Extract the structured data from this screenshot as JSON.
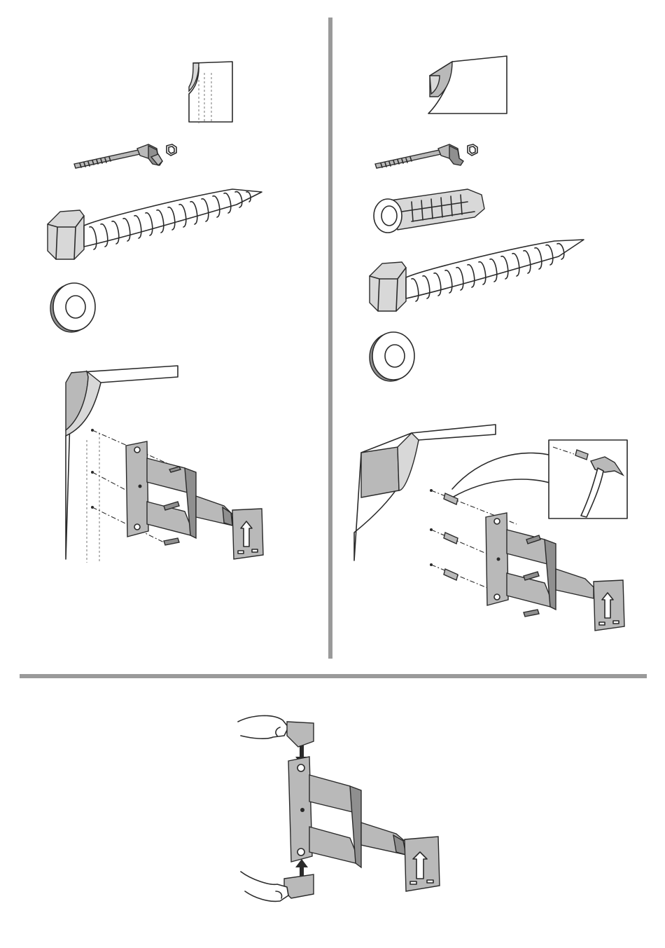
{
  "panels": {
    "left": {
      "wall_type": "wood-stud",
      "hardware": [
        "wood-stud-icon",
        "socket-wrench-icon",
        "lag-bolt-icon",
        "washer-icon"
      ]
    },
    "right": {
      "wall_type": "concrete",
      "hardware": [
        "concrete-wall-icon",
        "socket-wrench-icon",
        "wall-anchor-icon",
        "lag-bolt-icon",
        "washer-icon"
      ]
    },
    "bottom": {
      "step": "attach-vesa-brackets",
      "icons": [
        "hand-icon",
        "arrow-down-icon",
        "arrow-up-icon"
      ]
    }
  },
  "colors": {
    "divider": "#9a9a9a",
    "metal": "#b9b9b9",
    "metal_dark": "#8f8f8f",
    "line": "#2a2a2a"
  }
}
